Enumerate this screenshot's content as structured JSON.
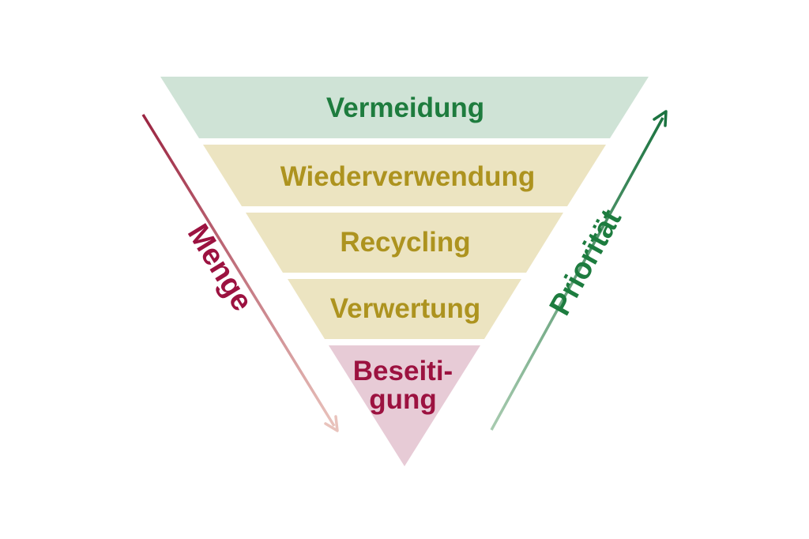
{
  "diagram": {
    "name": "Abfallhierarchie (waste hierarchy inverted pyramid)",
    "background_color": "#ffffff",
    "levels": [
      {
        "label": "Vermeidung",
        "band_color": "#cfe3d6",
        "text_color": "#1e7c3e"
      },
      {
        "label": "Wiederverwendung",
        "band_color": "#ece4c1",
        "text_color": "#ad931f"
      },
      {
        "label": "Recycling",
        "band_color": "#ece4c1",
        "text_color": "#ad931f"
      },
      {
        "label": "Verwertung",
        "band_color": "#ece4c1",
        "text_color": "#ad931f"
      },
      {
        "label": "Beseitigung",
        "band_color": "#e7cbd6",
        "text_color": "#9c1240",
        "label_lines": [
          "Beseiti-",
          "gung"
        ]
      }
    ],
    "axes": {
      "left": {
        "label": "Menge",
        "direction": "down",
        "text_color": "#9c1240",
        "line_color_start": "#9b2441",
        "line_color_end": "#e9c3bc"
      },
      "right": {
        "label": "Priorität",
        "direction": "up",
        "text_color": "#1d7c3f",
        "line_color_start": "#a8cbb0",
        "line_color_end": "#1b7340"
      }
    }
  }
}
